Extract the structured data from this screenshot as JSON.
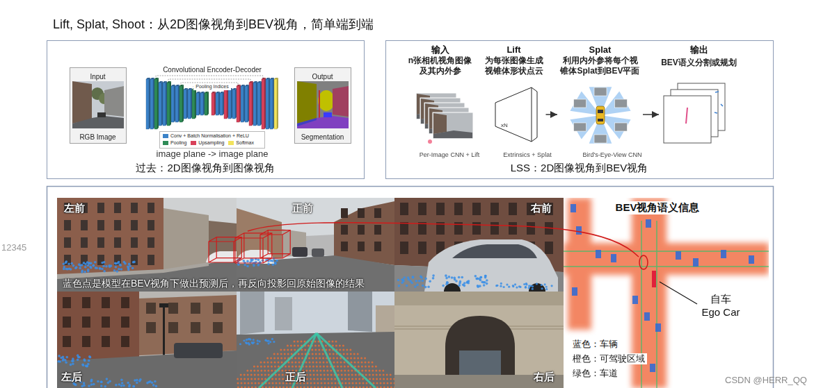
{
  "diagram": {
    "title": "Lift, Splat, Shoot：从2D图像视角到BEV视角，简单端到端",
    "nodes": [
      {
        "text": [
          "过去：2D图像视角到图像视角"
        ]
      },
      {
        "text": [
          "Input",
          "RGB Image"
        ],
        "in": 0
      },
      {
        "text": [
          "Output",
          "Segmentation"
        ],
        "in": 0
      },
      {
        "text": [
          "LSS：2D图像视角到BEV视角"
        ]
      },
      {
        "text": [
          "输入",
          "n张相机视角图像 及其内外参"
        ],
        "in": 3
      },
      {
        "text": [
          "Lift",
          "为每张图像生成 视锥体形状点云"
        ],
        "in": 3
      },
      {
        "text": [
          "Splat",
          "利用内外参将每个视 锥体Splat到BEV平面"
        ],
        "in": 3
      },
      {
        "text": [
          "输出",
          "BEV语义分割或规划"
        ],
        "in": 3
      },
      {
        "text": [
          "左前"
        ]
      },
      {
        "text": [
          "正前"
        ]
      },
      {
        "text": [
          "右前"
        ]
      },
      {
        "text": [
          "左后"
        ]
      },
      {
        "text": [
          "正后"
        ]
      },
      {
        "text": [
          "右后"
        ]
      },
      {
        "text": [
          "BEV视角语义信息"
        ]
      }
    ],
    "edges": [
      {
        "from": 5,
        "to": 6,
        "arrow": "to"
      },
      {
        "from": 6,
        "to": 7,
        "arrow": "to"
      }
    ],
    "labels": [
      "Convolutional Encoder-Decoder",
      "Pooling Indices",
      "image plane -> image plane",
      "Per-Image CNN + Lift",
      "xN",
      "Extrinsics + Splat",
      "Bird's-Eye-View CNN",
      "蓝色点是模型在BEV视角下做出预测后，再反向投影回原始图像的结果",
      "自车 Ego Car",
      "蓝色：车辆",
      "橙色：可驾驶区域",
      "绿色：车道",
      "12345",
      "CSDN @HERR_QQ"
    ],
    "legend": [
      {
        "text": "Conv + Batch Normalisation + ReLU",
        "color": "#3b82c8"
      },
      {
        "text": "Pooling",
        "color": "#2e8b57"
      },
      {
        "text": "Upsampling",
        "color": "#d8415a"
      },
      {
        "text": "Softmax",
        "color": "#f2e35c"
      }
    ]
  }
}
